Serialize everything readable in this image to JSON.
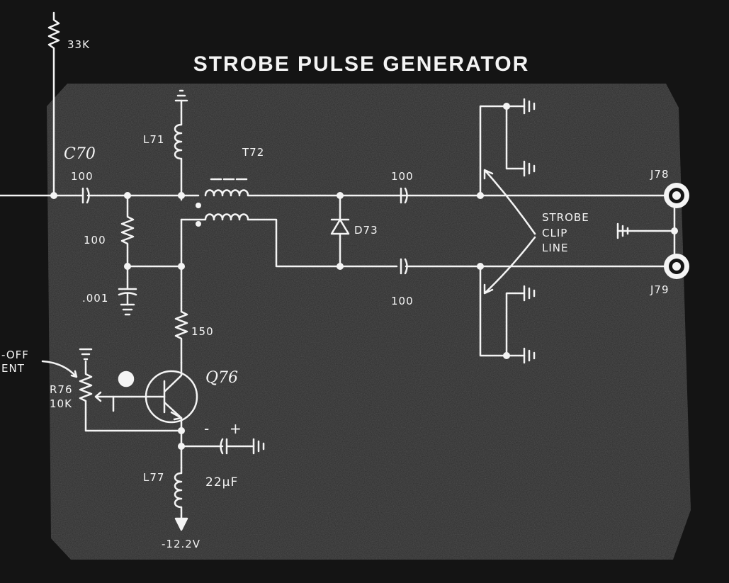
{
  "title": "STROBE PULSE GENERATOR",
  "labels": {
    "r_top": "33K",
    "c70": "C70",
    "cap_in": "100",
    "l71": "L71",
    "t72": "T72",
    "r_shunt": "100",
    "cap_shunt": ".001",
    "r150": "150",
    "q76": "Q76",
    "r76": "R76",
    "r76_val": "10K",
    "side_1": "-OFF",
    "side_2": "ENT",
    "minus": "-",
    "plus": "+",
    "cap_22": "22µF",
    "l77": "L77",
    "supply": "-12.2V",
    "cap_out_top": "100",
    "cap_out_bot": "100",
    "d73": "D73",
    "strobe_1": "STROBE",
    "strobe_2": "CLIP",
    "strobe_3": "LINE",
    "j78": "J78",
    "j79": "J79"
  },
  "colors": {
    "page": "#141414",
    "panel": "#2c2c2c",
    "ink": "#f4f4f4"
  }
}
